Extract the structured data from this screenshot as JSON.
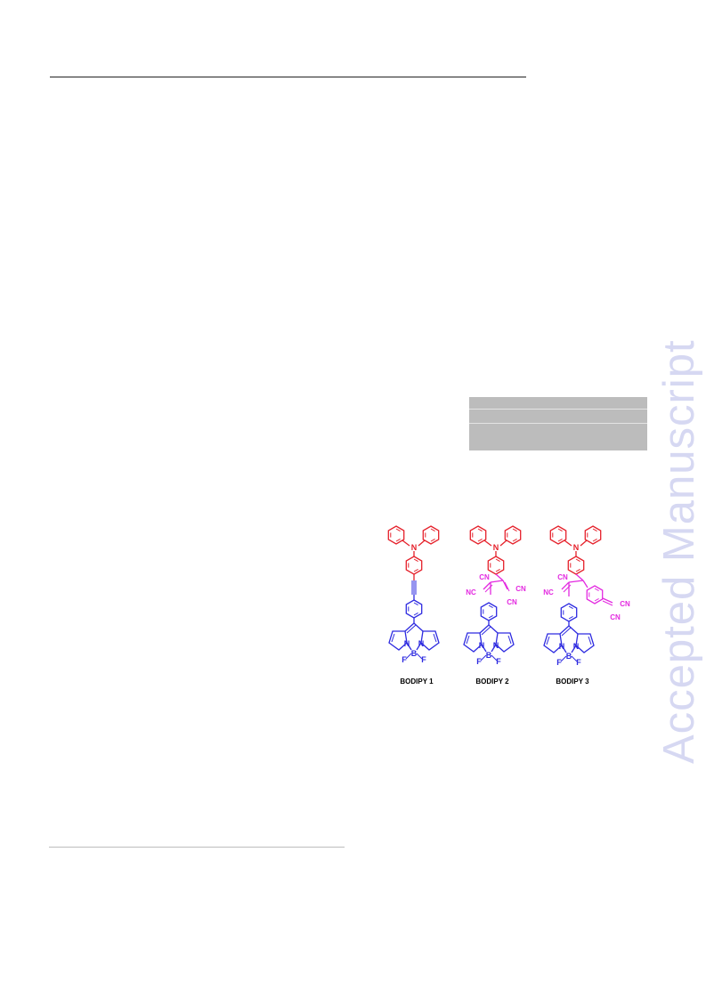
{
  "watermark": {
    "text": "Accepted Manuscript",
    "color": "#d6d8f2"
  },
  "figure": {
    "colors": {
      "donor": "#e5202a",
      "acceptor": "#e329e0",
      "bodipy": "#2e2be0"
    },
    "compounds": [
      {
        "label": "BODIPY 1"
      },
      {
        "label": "BODIPY 2"
      },
      {
        "label": "BODIPY 3"
      }
    ],
    "atoms": {
      "nitrogen": "N",
      "boron": "B",
      "fluorine": "F",
      "cyano": "CN",
      "cyano_reversed": "NC"
    }
  }
}
